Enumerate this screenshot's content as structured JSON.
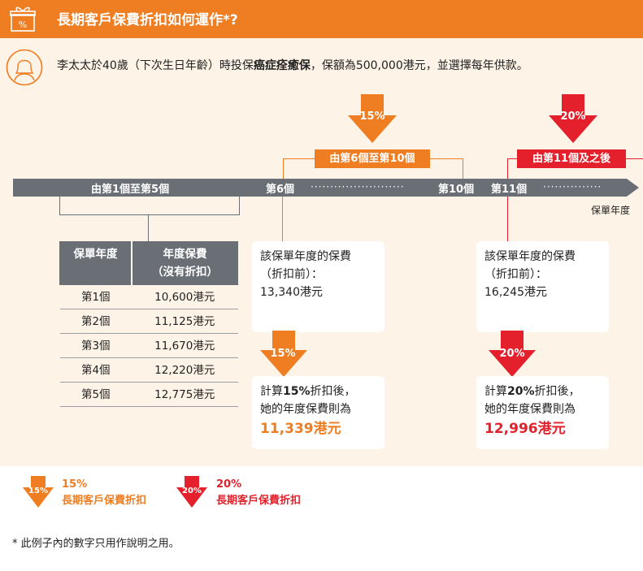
{
  "header": {
    "title": "長期客戶保費折扣如何運作*?"
  },
  "intro": {
    "before": "李太太於40歲（下次生日年齡）時投保",
    "product": "癌症痊癒保",
    "after": "，保額為500,000港元，並選擇每年供款。"
  },
  "arrows": {
    "mid_pct": "15%",
    "right_pct": "20%"
  },
  "phases": {
    "mid": "由第6個至第10個",
    "right": "由第11個及之後"
  },
  "timeline": {
    "seg1": "由第1個至第5個",
    "y6": "第6個",
    "y10": "第10個",
    "y11": "第11個",
    "axis_label": "保單年度"
  },
  "table": {
    "headers": [
      "保單年度",
      "年度保費",
      "（沒有折扣）"
    ],
    "rows": [
      {
        "year": "第1個",
        "premium": "10,600港元"
      },
      {
        "year": "第2個",
        "premium": "11,125港元"
      },
      {
        "year": "第3個",
        "premium": "11,670港元"
      },
      {
        "year": "第4個",
        "premium": "12,220港元"
      },
      {
        "year": "第5個",
        "premium": "12,775港元"
      }
    ]
  },
  "card_mid_top": {
    "line1": "該保單年度的保費",
    "line2": "（折扣前）：",
    "value": "13,340港元"
  },
  "card_mid_bottom": {
    "line1_pre": "計算",
    "pct": "15%",
    "line1_post": "折扣後，",
    "line2": "她的年度保費則為",
    "value": "11,339港元"
  },
  "card_right_top": {
    "line1": "該保單年度的保費",
    "line2": "（折扣前）：",
    "value": "16,245港元"
  },
  "card_right_bottom": {
    "line1_pre": "計算",
    "pct": "20%",
    "line1_post": "折扣後，",
    "line2": "她的年度保費則為",
    "value": "12,996港元"
  },
  "legend": {
    "a_pct": "15%",
    "a_text": "長期客戶保費折扣",
    "b_pct": "20%",
    "b_text": "長期客戶保費折扣"
  },
  "footnote": "* 此例子內的數字只用作說明之用。",
  "colors": {
    "orange": "#ef7d22",
    "red": "#e3202b",
    "gray": "#6a6f76",
    "cream": "#fdf3e6"
  }
}
